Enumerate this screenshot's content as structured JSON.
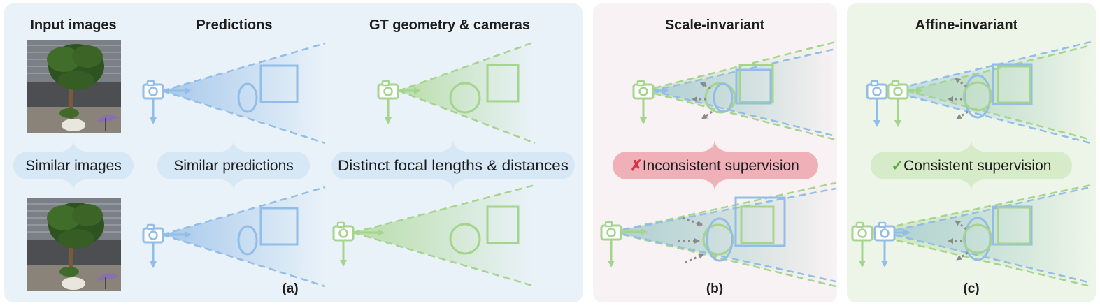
{
  "panel_a": {
    "col_input": "Input images",
    "col_pred": "Predictions",
    "col_gt": "GT geometry & cameras",
    "bubble_similar_images": "Similar images",
    "bubble_similar_predictions": "Similar predictions",
    "bubble_distinct": "Distinct focal lengths & distances",
    "label": "(a)"
  },
  "panel_b": {
    "title": "Scale-invariant",
    "bubble_mark": "✗",
    "bubble_text": "Inconsistent supervision",
    "label": "(b)"
  },
  "panel_c": {
    "title": "Affine-invariant",
    "bubble_mark": "✓",
    "bubble_text": "Consistent supervision",
    "label": "(c)"
  },
  "colors": {
    "panel_a_bg": "#eaf2f9",
    "panel_b_bg": "#f8f2f4",
    "panel_c_bg": "#edf5e8",
    "blue": "#92bde6",
    "green": "#a5d48d",
    "bubble_blue": "#d6e7f6",
    "bubble_red": "#efb0b8",
    "bubble_green": "#d6ebc8",
    "cross_red": "#d8313f",
    "check_green": "#5aa63e",
    "dotted_arrow": "#8a8a8a"
  }
}
